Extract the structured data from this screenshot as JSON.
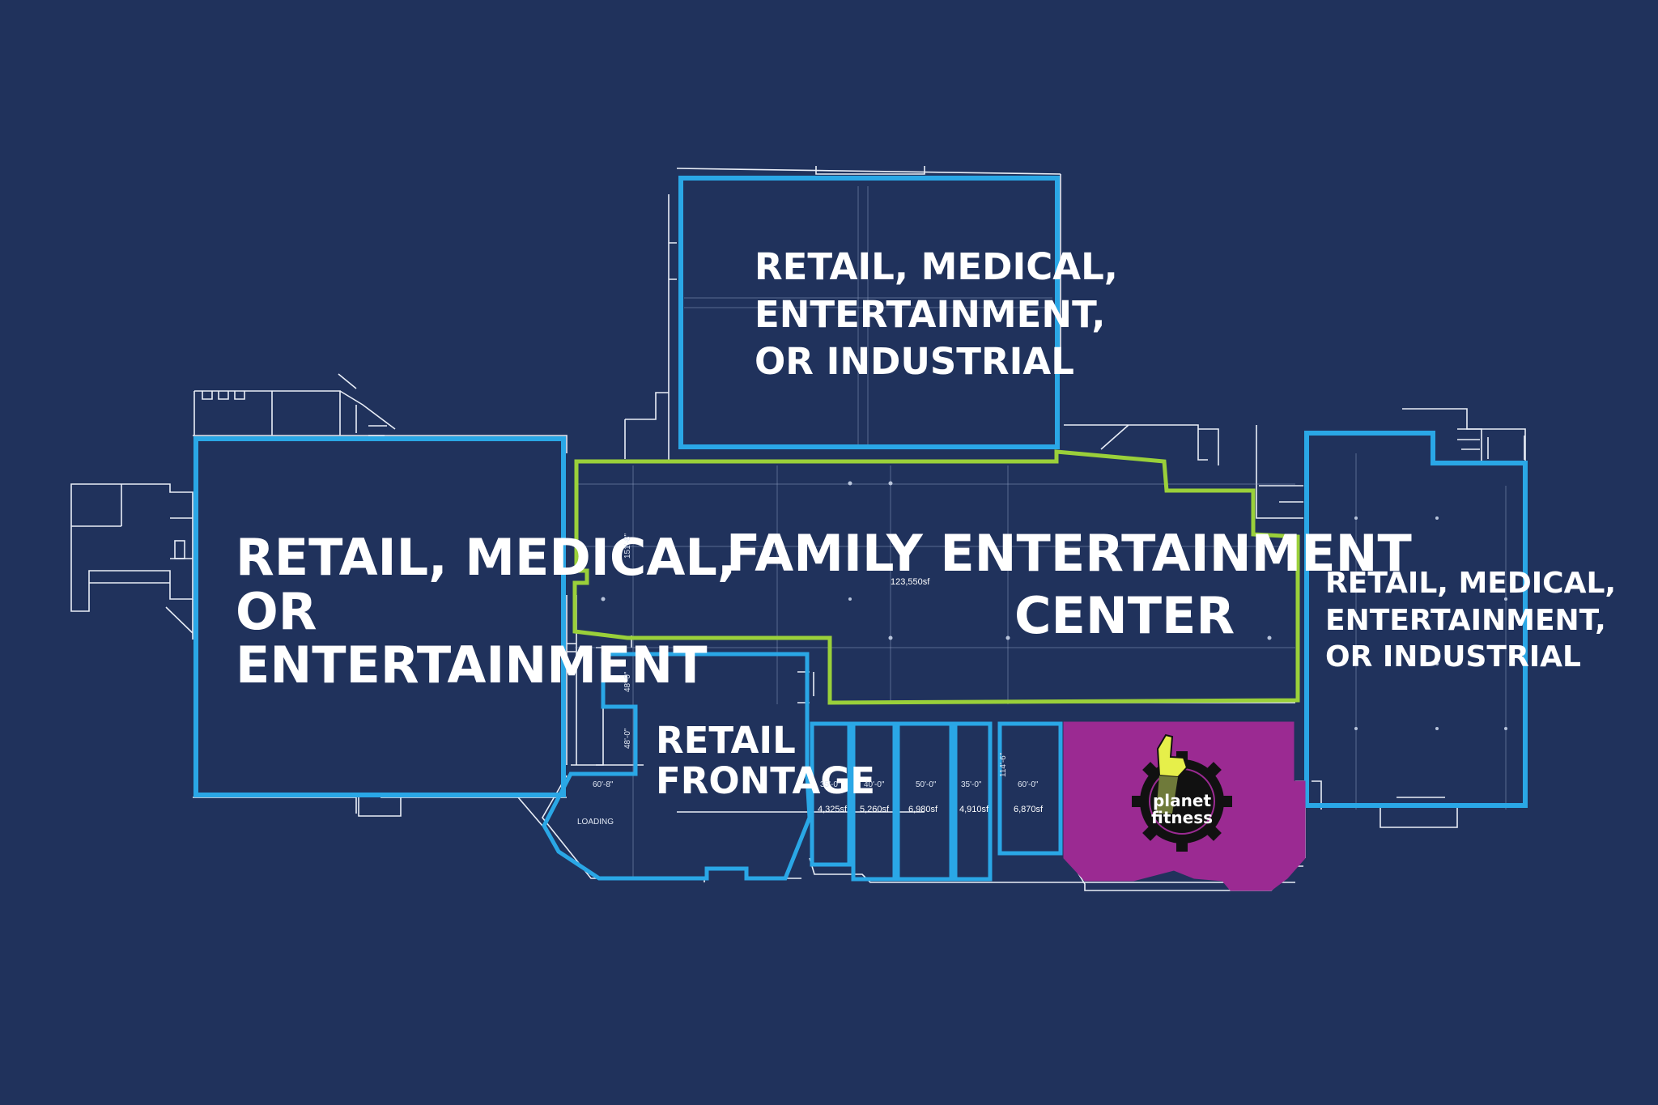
{
  "colors": {
    "background": "#20325c",
    "unit_outline": "#2aa7e6",
    "fec_outline": "#9ad03a",
    "planet_fitness_fill": "#9b2a92",
    "plan_lines": "#e9eef7"
  },
  "spaces": {
    "top_center": {
      "line1": "RETAIL, MEDICAL,",
      "line2": "ENTERTAINMENT,",
      "line3": "OR INDUSTRIAL"
    },
    "left": {
      "line1": "RETAIL, MEDICAL,",
      "line2": "OR",
      "line3": "ENTERTAINMENT"
    },
    "right": {
      "line1": "RETAIL, MEDICAL,",
      "line2": "ENTERTAINMENT,",
      "line3": "OR INDUSTRIAL"
    },
    "fec": {
      "line1": "FAMILY ENTERTAINMENT",
      "line2": "CENTER",
      "area": "123,550sf",
      "depth": "151'-8\""
    },
    "retail_frontage": {
      "line1": "RETAIL",
      "line2": "FRONTAGE",
      "dim1": "48'-0\"",
      "dim2": "48'-0\""
    },
    "loading": {
      "label": "LOADING",
      "width": "60'-8\""
    },
    "suites": [
      {
        "width": "35'-0\"",
        "area": "4,325sf"
      },
      {
        "width": "40'-0\"",
        "area": "5,260sf"
      },
      {
        "width": "50'-0\"",
        "area": "6,980sf"
      },
      {
        "width": "35'-0\"",
        "area": "4,910sf"
      },
      {
        "width": "60'-0\"",
        "area": "6,870sf",
        "depth": "114'-6\""
      }
    ],
    "planet_fitness": {
      "logo_line1": "planet",
      "logo_line2": "fitness",
      "logo_icon": "thumbs-up-gear-icon"
    }
  }
}
